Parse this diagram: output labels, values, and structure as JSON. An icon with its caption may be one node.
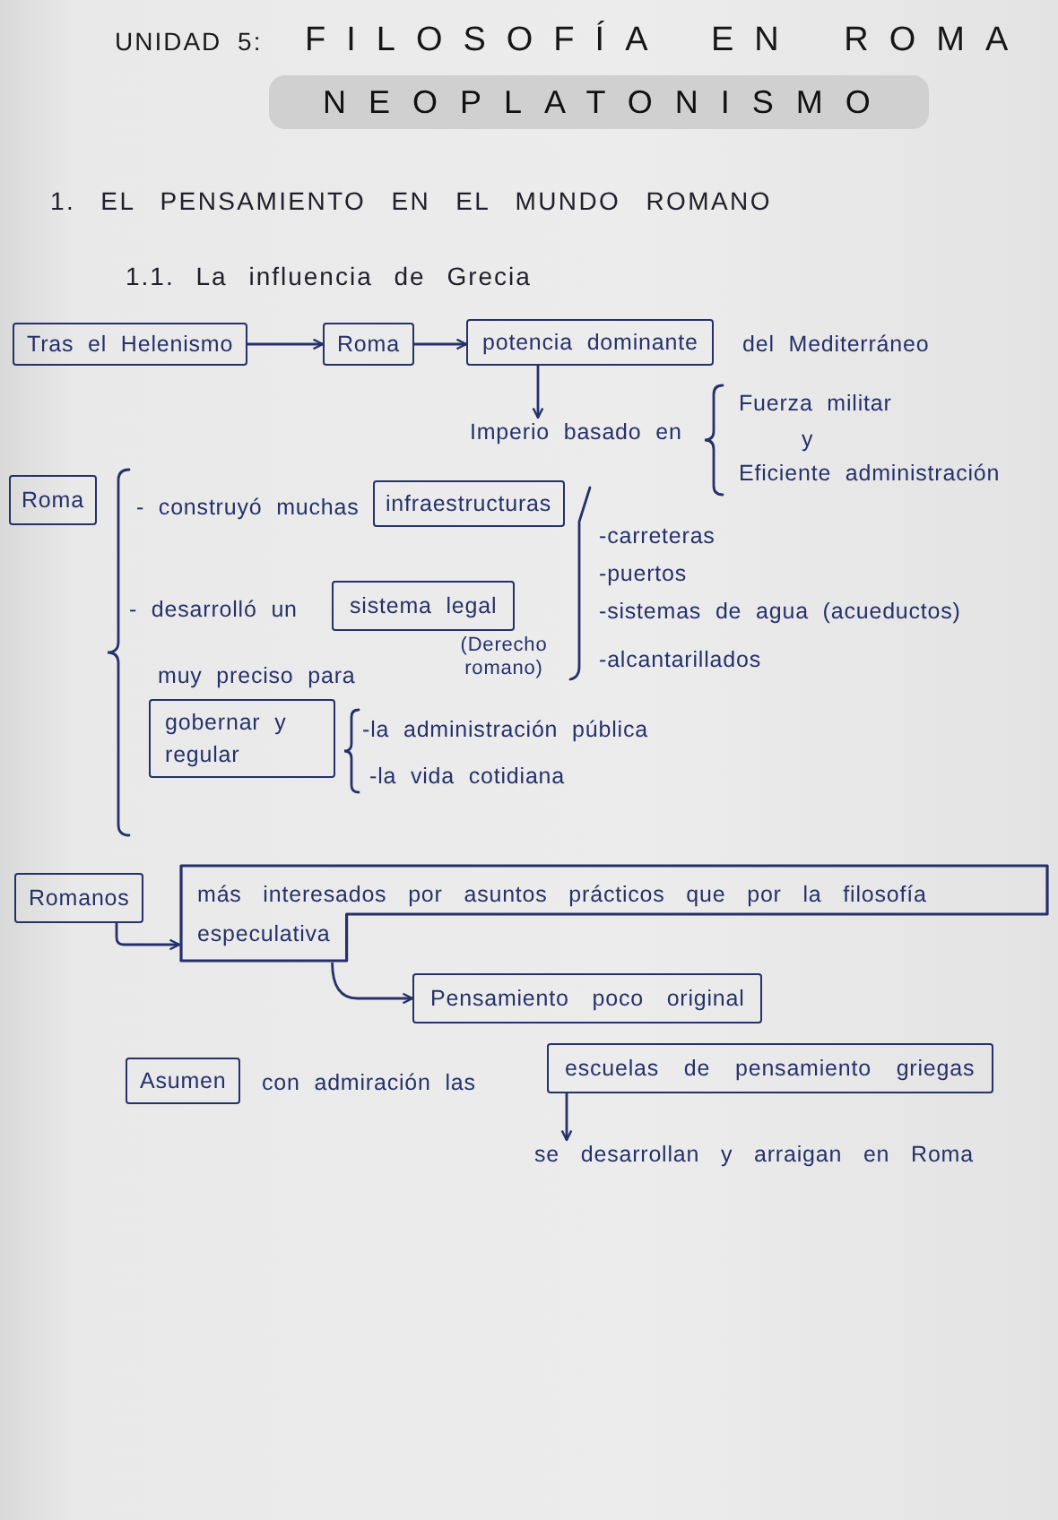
{
  "diagram": {
    "title": "FILOSOFÍA EN ROMA",
    "nodes": [
      {
        "text": [
          "Tras el Helenismo"
        ]
      },
      {
        "text": [
          "Roma"
        ]
      },
      {
        "text": [
          "potencia dominante"
        ]
      },
      {
        "text": [
          "Imperio basado en"
        ]
      },
      {
        "text": [
          "Roma"
        ]
      },
      {
        "text": [
          "infraestructuras"
        ]
      },
      {
        "text": [
          "sistema legal"
        ]
      },
      {
        "text": [
          "gobernar y regular"
        ]
      },
      {
        "text": [
          "Romanos"
        ]
      },
      {
        "text": [
          "más interesados por asuntos prácticos que por la filosofía especulativa"
        ]
      },
      {
        "text": [
          "Pensamiento poco original"
        ]
      },
      {
        "text": [
          "Asumen"
        ]
      },
      {
        "text": [
          "escuelas de pensamiento griegas"
        ]
      },
      {
        "text": [
          "se desarrollan y arraigan en Roma"
        ]
      }
    ],
    "edges": [
      {
        "from": 0,
        "to": 1,
        "arrow": "to"
      },
      {
        "from": 1,
        "to": 2,
        "arrow": "to"
      },
      {
        "from": 2,
        "to": 3,
        "arrow": "to"
      },
      {
        "from": 8,
        "to": 9,
        "arrow": "to"
      },
      {
        "from": 9,
        "to": 10,
        "arrow": "to"
      },
      {
        "from": 12,
        "to": 13,
        "arrow": "to"
      }
    ],
    "labels": [
      "UNIDAD 5:",
      "NEOPLATONISMO",
      "1. EL PENSAMIENTO EN EL MUNDO ROMANO",
      "1.1. La influencia de Grecia",
      "del Mediterráneo",
      "Fuerza militar",
      "y",
      "Eficiente administración",
      "- construyó muchas",
      "-carreteras",
      "-puertos",
      "- desarrolló un",
      "-sistemas de agua (acueductos)",
      "muy preciso para",
      "(Derecho romano)",
      "-alcantarillados",
      "-la administración pública",
      "-la vida cotidiana",
      "con admiración las"
    ]
  }
}
